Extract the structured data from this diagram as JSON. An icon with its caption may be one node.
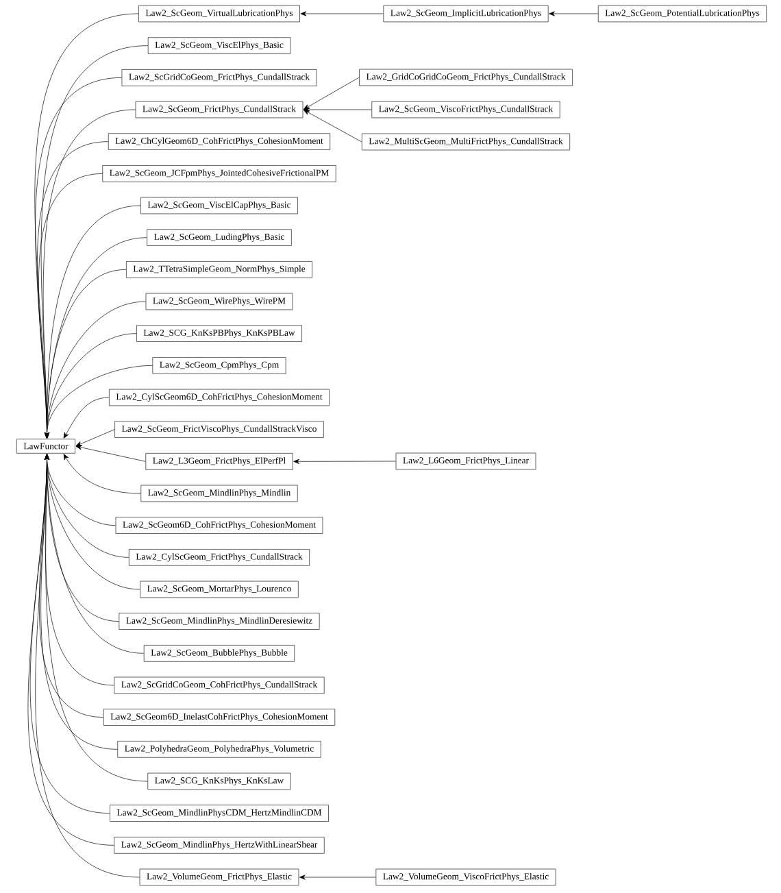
{
  "diagram": {
    "nodes": [
      {
        "text": [
          "LawFunctor"
        ]
      },
      {
        "text": [
          "Law2_ScGeom_VirtualLubricationPhys"
        ]
      },
      {
        "text": [
          "Law2_ScGeom_ViscElPhys_Basic"
        ]
      },
      {
        "text": [
          "Law2_ScGridCoGeom_FrictPhys_CundallStrack"
        ]
      },
      {
        "text": [
          "Law2_ScGeom_FrictPhys_CundallStrack"
        ]
      },
      {
        "text": [
          "Law2_ChCylGeom6D_CohFrictPhys_CohesionMoment"
        ]
      },
      {
        "text": [
          "Law2_ScGeom_JCFpmPhys_JointedCohesiveFrictionalPM"
        ]
      },
      {
        "text": [
          "Law2_ScGeom_ViscElCapPhys_Basic"
        ]
      },
      {
        "text": [
          "Law2_ScGeom_LudingPhys_Basic"
        ]
      },
      {
        "text": [
          "Law2_TTetraSimpleGeom_NormPhys_Simple"
        ]
      },
      {
        "text": [
          "Law2_ScGeom_WirePhys_WirePM"
        ]
      },
      {
        "text": [
          "Law2_SCG_KnKsPBPhys_KnKsPBLaw"
        ]
      },
      {
        "text": [
          "Law2_ScGeom_CpmPhys_Cpm"
        ]
      },
      {
        "text": [
          "Law2_CylScGeom6D_CohFrictPhys_CohesionMoment"
        ]
      },
      {
        "text": [
          "Law2_ScGeom_FrictViscoPhys_CundallStrackVisco"
        ]
      },
      {
        "text": [
          "Law2_L3Geom_FrictPhys_ElPerfPl"
        ]
      },
      {
        "text": [
          "Law2_ScGeom_MindlinPhys_Mindlin"
        ]
      },
      {
        "text": [
          "Law2_ScGeom6D_CohFrictPhys_CohesionMoment"
        ]
      },
      {
        "text": [
          "Law2_CylScGeom_FrictPhys_CundallStrack"
        ]
      },
      {
        "text": [
          "Law2_ScGeom_MortarPhys_Lourenco"
        ]
      },
      {
        "text": [
          "Law2_ScGeom_MindlinPhys_MindlinDeresiewitz"
        ]
      },
      {
        "text": [
          "Law2_ScGeom_BubblePhys_Bubble"
        ]
      },
      {
        "text": [
          "Law2_ScGridCoGeom_CohFrictPhys_CundallStrack"
        ]
      },
      {
        "text": [
          "Law2_ScGeom6D_InelastCohFrictPhys_CohesionMoment"
        ]
      },
      {
        "text": [
          "Law2_PolyhedraGeom_PolyhedraPhys_Volumetric"
        ]
      },
      {
        "text": [
          "Law2_SCG_KnKsPhys_KnKsLaw"
        ]
      },
      {
        "text": [
          "Law2_ScGeom_MindlinPhysCDM_HertzMindlinCDM"
        ]
      },
      {
        "text": [
          "Law2_ScGeom_MindlinPhys_HertzWithLinearShear"
        ]
      },
      {
        "text": [
          "Law2_VolumeGeom_FrictPhys_Elastic"
        ]
      },
      {
        "text": [
          "Law2_ScGeom_ImplicitLubricationPhys"
        ]
      },
      {
        "text": [
          "Law2_ScGeom_PotentialLubricationPhys"
        ]
      },
      {
        "text": [
          "Law2_GridCoGridCoGeom_FrictPhys_CundallStrack"
        ]
      },
      {
        "text": [
          "Law2_ScGeom_ViscoFrictPhys_CundallStrack"
        ]
      },
      {
        "text": [
          "Law2_MultiScGeom_MultiFrictPhys_CundallStrack"
        ]
      },
      {
        "text": [
          "Law2_L6Geom_FrictPhys_Linear"
        ]
      },
      {
        "text": [
          "Law2_VolumeGeom_ViscoFrictPhys_Elastic"
        ]
      }
    ],
    "edges": [
      {
        "from": 1,
        "to": 0,
        "arrow": "to"
      },
      {
        "from": 2,
        "to": 0,
        "arrow": "to"
      },
      {
        "from": 3,
        "to": 0,
        "arrow": "to"
      },
      {
        "from": 4,
        "to": 0,
        "arrow": "to"
      },
      {
        "from": 5,
        "to": 0,
        "arrow": "to"
      },
      {
        "from": 6,
        "to": 0,
        "arrow": "to"
      },
      {
        "from": 7,
        "to": 0,
        "arrow": "to"
      },
      {
        "from": 8,
        "to": 0,
        "arrow": "to"
      },
      {
        "from": 9,
        "to": 0,
        "arrow": "to"
      },
      {
        "from": 10,
        "to": 0,
        "arrow": "to"
      },
      {
        "from": 11,
        "to": 0,
        "arrow": "to"
      },
      {
        "from": 12,
        "to": 0,
        "arrow": "to"
      },
      {
        "from": 13,
        "to": 0,
        "arrow": "to"
      },
      {
        "from": 14,
        "to": 0,
        "arrow": "to"
      },
      {
        "from": 15,
        "to": 0,
        "arrow": "to"
      },
      {
        "from": 16,
        "to": 0,
        "arrow": "to"
      },
      {
        "from": 17,
        "to": 0,
        "arrow": "to"
      },
      {
        "from": 18,
        "to": 0,
        "arrow": "to"
      },
      {
        "from": 19,
        "to": 0,
        "arrow": "to"
      },
      {
        "from": 20,
        "to": 0,
        "arrow": "to"
      },
      {
        "from": 21,
        "to": 0,
        "arrow": "to"
      },
      {
        "from": 22,
        "to": 0,
        "arrow": "to"
      },
      {
        "from": 23,
        "to": 0,
        "arrow": "to"
      },
      {
        "from": 24,
        "to": 0,
        "arrow": "to"
      },
      {
        "from": 25,
        "to": 0,
        "arrow": "to"
      },
      {
        "from": 26,
        "to": 0,
        "arrow": "to"
      },
      {
        "from": 27,
        "to": 0,
        "arrow": "to"
      },
      {
        "from": 28,
        "to": 0,
        "arrow": "to"
      },
      {
        "from": 29,
        "to": 1,
        "arrow": "to"
      },
      {
        "from": 30,
        "to": 29,
        "arrow": "to"
      },
      {
        "from": 31,
        "to": 4,
        "arrow": "to"
      },
      {
        "from": 32,
        "to": 4,
        "arrow": "to"
      },
      {
        "from": 33,
        "to": 4,
        "arrow": "to"
      },
      {
        "from": 34,
        "to": 15,
        "arrow": "to"
      },
      {
        "from": 35,
        "to": 28,
        "arrow": "to"
      }
    ]
  }
}
